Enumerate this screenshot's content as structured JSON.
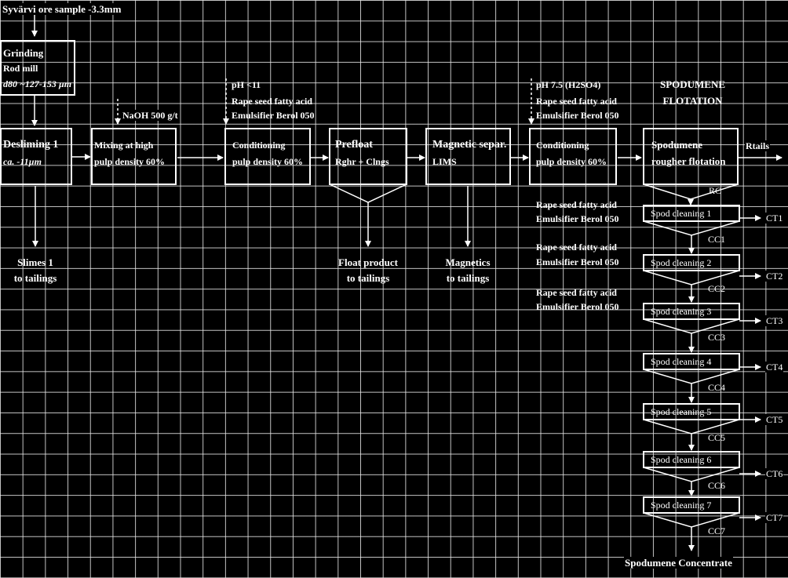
{
  "title": "Syvärvi ore sample -3.3mm",
  "grinding": {
    "title": "Grinding",
    "line1": "Rod mill",
    "line2": "d80 ~127-153 µm"
  },
  "desliming": {
    "title": "Desliming 1",
    "line1": "ca. -11µm"
  },
  "naoh": "NaOH 500 g/t",
  "mixing": {
    "line1": "Mixing at high",
    "line2": "pulp density 60%"
  },
  "reagents1": {
    "ph": "pH <11",
    "r1": "Rape seed fatty acid",
    "r2": "Emulsifier Berol 050"
  },
  "conditioning1": {
    "line1": "Conditioning",
    "line2": "pulp density 60%"
  },
  "prefloat": {
    "title": "Prefloat",
    "line1": "Rghr + Clngs"
  },
  "magnetic": {
    "title": "Magnetic separ.",
    "line1": "LIMS"
  },
  "reagents2": {
    "ph": "pH 7.5 (H2SO4)",
    "r1": "Rape seed fatty acid",
    "r2": "Emulsifier Berol 050"
  },
  "conditioning2": {
    "line1": "Conditioning",
    "line2": "pulp density 60%"
  },
  "section_title": {
    "line1": "SPODUMENE",
    "line2": "FLOTATION"
  },
  "rougher": {
    "line1": "Spodumene",
    "line2": "rougher flotation"
  },
  "rtails": "Rtails",
  "rc": "RC",
  "outputs": {
    "slimes": {
      "line1": "Slimes 1",
      "line2": "to tailings"
    },
    "float": {
      "line1": "Float product",
      "line2": "to tailings"
    },
    "magnetics": {
      "line1": "Magnetics",
      "line2": "to tailings"
    }
  },
  "cleaning_reagents": [
    {
      "r1": "Rape seed fatty acid",
      "r2": "Emulsifier Berol 050"
    },
    {
      "r1": "Rape seed fatty acid",
      "r2": "Emulsifier Berol 050"
    },
    {
      "r1": "Rape seed fatty acid",
      "r2": "Emulsifier Berol 050"
    }
  ],
  "cleaning": [
    {
      "label": "Spod cleaning 1",
      "tail": "CT1",
      "conc": "CC1"
    },
    {
      "label": "Spod cleaning 2",
      "tail": "CT2",
      "conc": "CC2"
    },
    {
      "label": "Spod cleaning 3",
      "tail": "CT3",
      "conc": "CC3"
    },
    {
      "label": "Spod cleaning 4",
      "tail": "CT4",
      "conc": "CC4"
    },
    {
      "label": "Spod cleaning 5",
      "tail": "CT5",
      "conc": "CC5"
    },
    {
      "label": "Spod cleaning 6",
      "tail": "CT6",
      "conc": "CC6"
    },
    {
      "label": "Spod cleaning 7",
      "tail": "CT7",
      "conc": "CC7"
    }
  ],
  "final_product": "Spodumene Concentrate"
}
